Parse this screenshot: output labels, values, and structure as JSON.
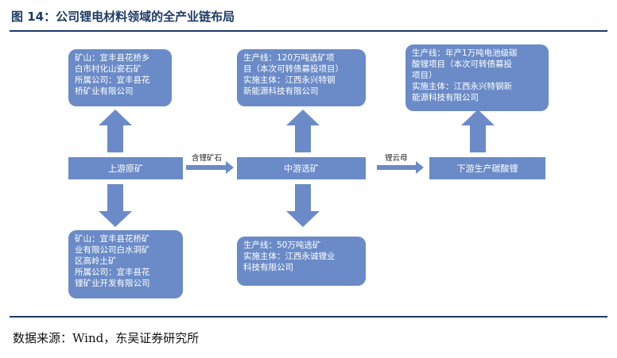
{
  "title": "图 14：公司锂电材料领域的全产业链布局",
  "source": "数据来源：Wind，东吴证券研究所",
  "colors": {
    "box": "#6a8bc7",
    "rule": "#1e3a66",
    "arrow": "#6a8bc7"
  },
  "stages": {
    "upstream": "上游原矿",
    "midstream": "中游选矿",
    "downstream": "下游生产碳酸锂"
  },
  "edge_labels": {
    "up_to_mid": "含锂矿石",
    "mid_to_down": "锂云母"
  },
  "boxes": {
    "upstream_top": [
      "矿山：宜丰县花桥乡",
      "白市村化山瓷石矿",
      "所属公司：宜丰县花",
      "桥矿业有限公司"
    ],
    "upstream_bottom": [
      "矿山：宜丰县花桥矿",
      "业有限公司白水洞矿",
      "区高岭土矿",
      "所属公司：宜丰县花",
      "锂矿业开发有限公司"
    ],
    "midstream_top": [
      "生产线：120万吨选矿项",
      "目（本次可转债募投项目）",
      "实施主体：江西永兴特钢",
      "新能源科技有限公司"
    ],
    "midstream_bottom": [
      "生产线：50万吨选矿",
      "实施主体：江西永诚锂业",
      "科技有限公司"
    ],
    "downstream_top": [
      "生产线：年产1万吨电池级碳",
      "酸锂项目（本次可转债募投",
      "项目）",
      "实施主体：江西永兴特钢新",
      "能源科技有限公司"
    ]
  }
}
